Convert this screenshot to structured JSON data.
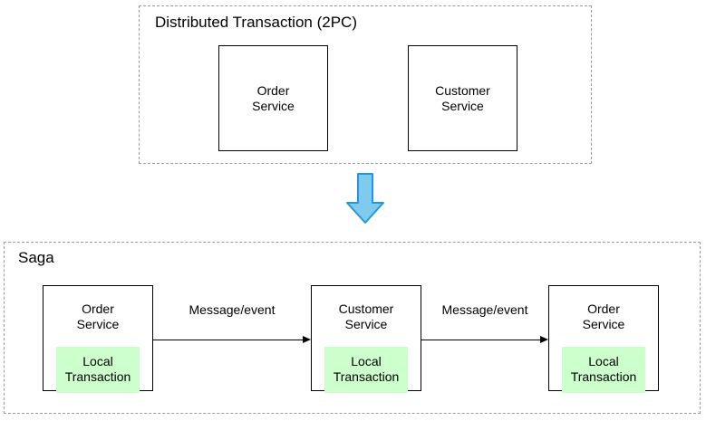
{
  "diagram": {
    "title_2pc": "Distributed Transaction (2PC)",
    "title_saga": "Saga",
    "two_pc_services": [
      {
        "name": "Order\nService"
      },
      {
        "name": "Customer\nService"
      }
    ],
    "saga_services": [
      {
        "name": "Order\nService",
        "local_transaction": "Local\nTransaction"
      },
      {
        "name": "Customer\nService",
        "local_transaction": "Local\nTransaction"
      },
      {
        "name": "Order\nService",
        "local_transaction": "Local\nTransaction"
      }
    ],
    "saga_arrows": [
      {
        "label": "Message/event"
      },
      {
        "label": "Message/event"
      }
    ],
    "flow_arrow": {
      "icon": "down-arrow-icon",
      "direction": "down"
    },
    "colors": {
      "local_transaction_fill": "#ccffcc",
      "arrow_fill": "#7fcbef",
      "arrow_stroke": "#2596d8",
      "group_border": "#9a9a9a",
      "box_border": "#000000",
      "text": "#000000",
      "background": "#ffffff"
    }
  }
}
